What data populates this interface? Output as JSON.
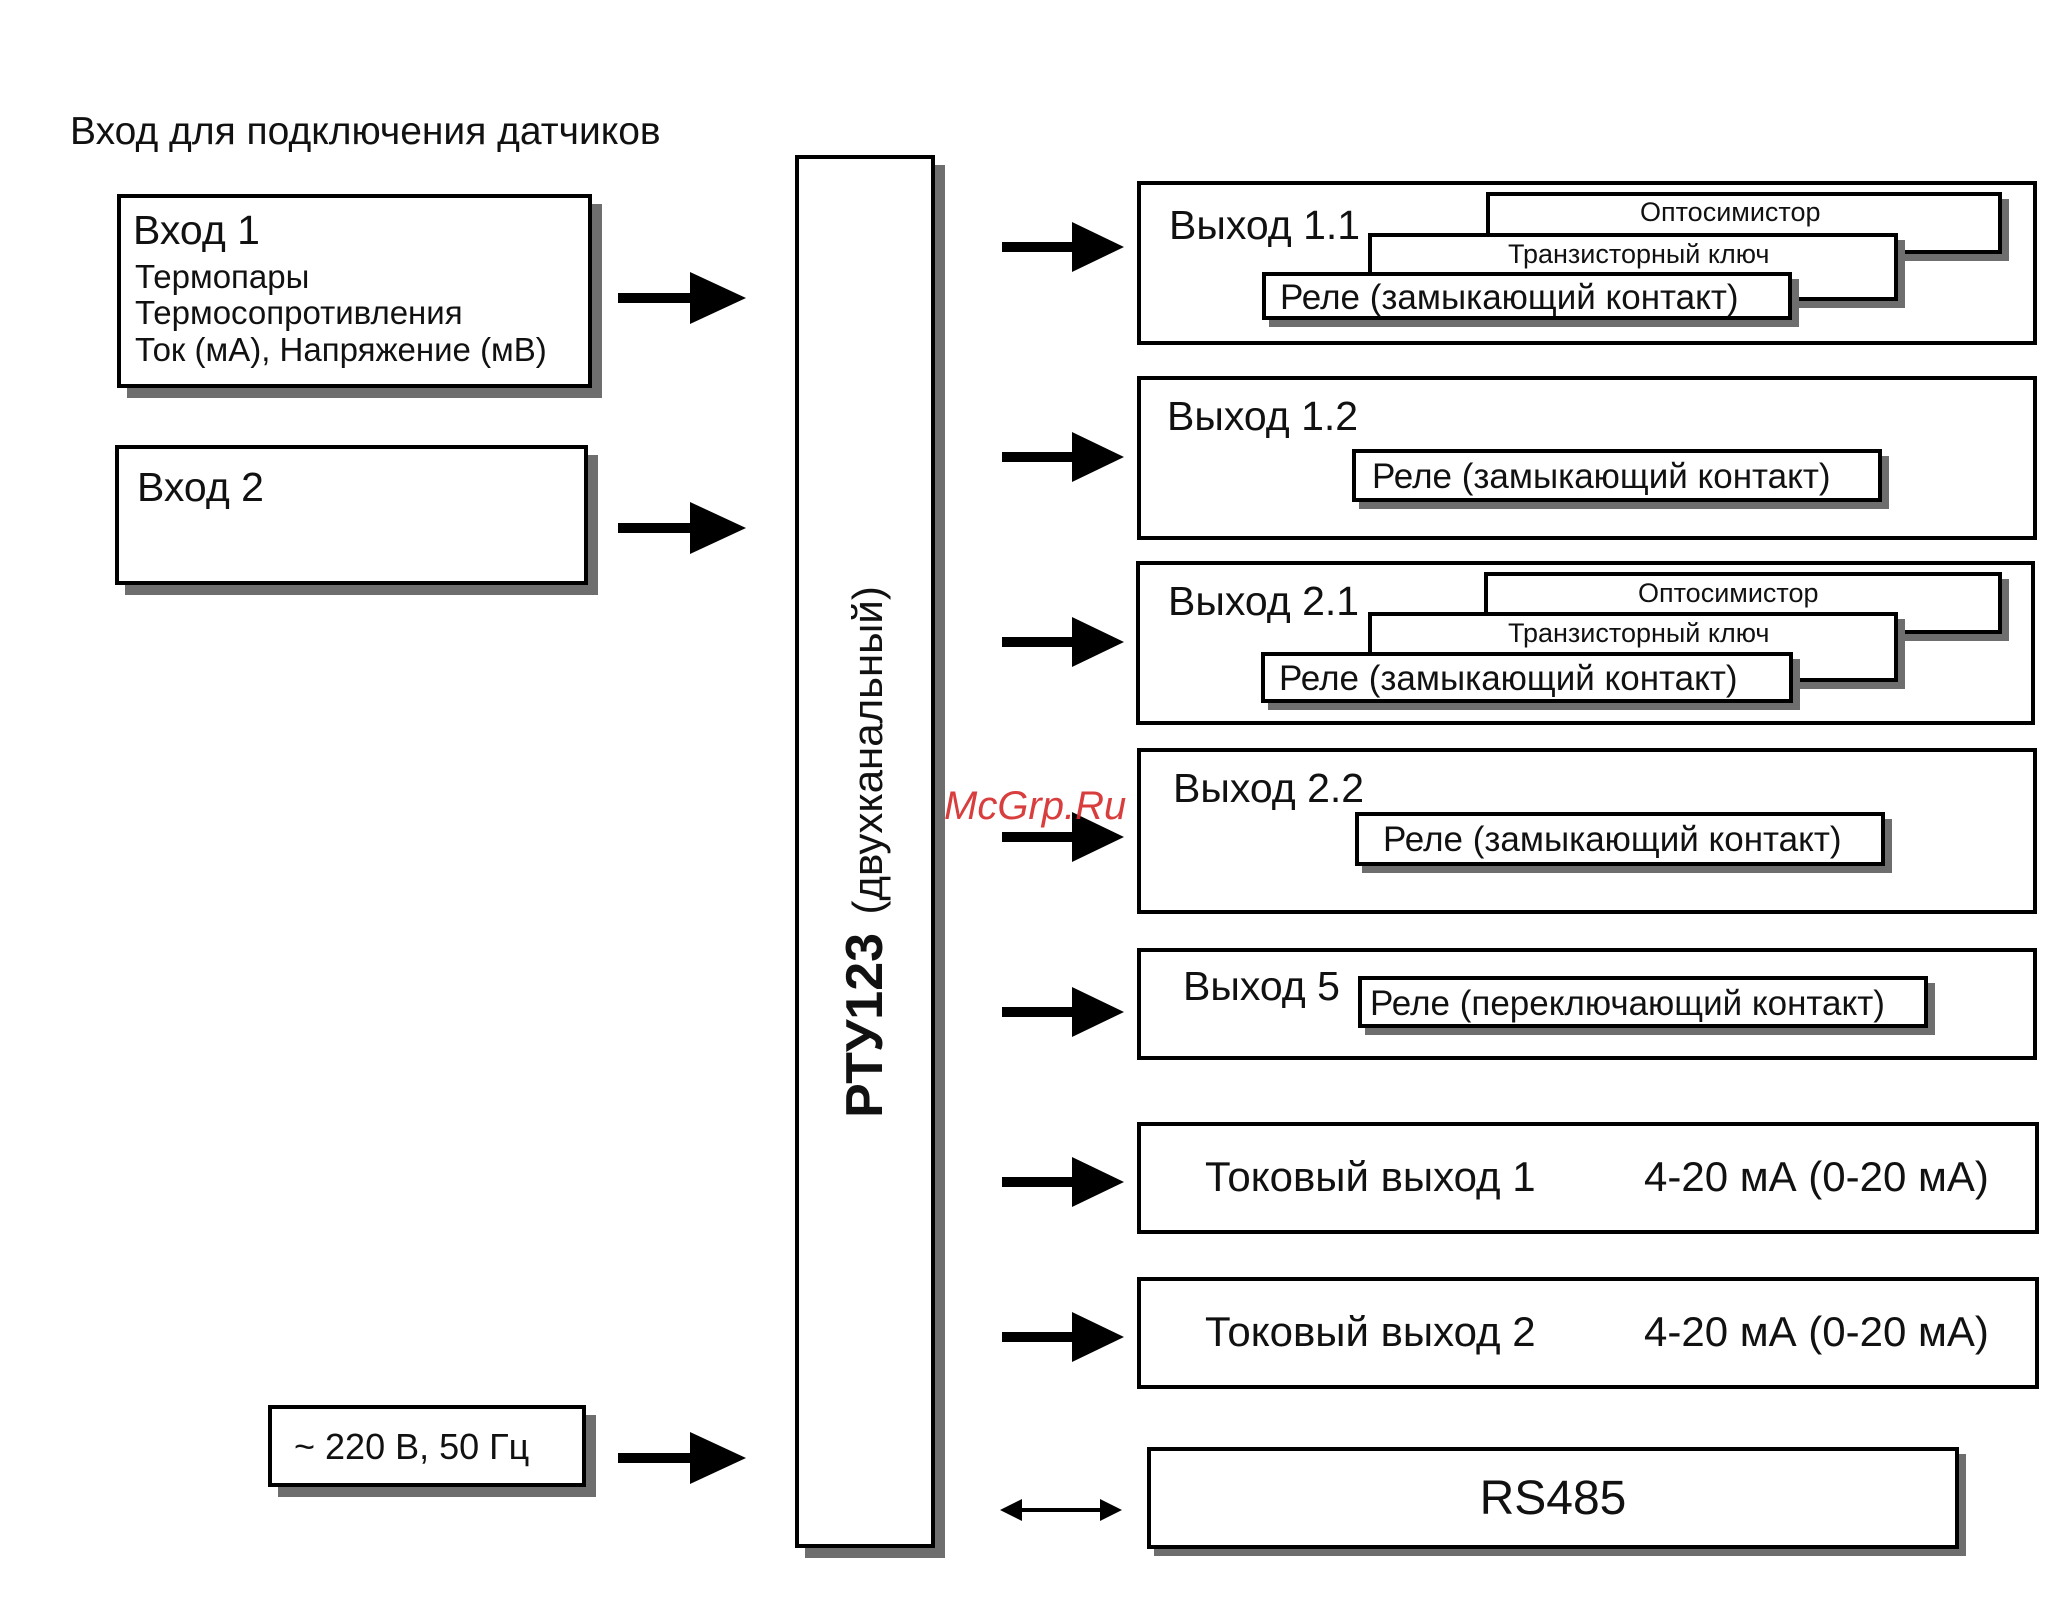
{
  "header": {
    "title": "Вход для подключения датчиков"
  },
  "inputs": {
    "input1": {
      "title": "Вход 1",
      "lines": [
        "Термопары",
        "Термосопротивления",
        "Ток (мА), Напряжение (мВ)"
      ]
    },
    "input2": {
      "title": "Вход 2"
    },
    "power": {
      "label": "~ 220 В, 50 Гц"
    }
  },
  "device": {
    "model": "РТУ123",
    "subtitle": "(двухканальный)"
  },
  "outputs": {
    "out11": {
      "title": "Выход 1.1",
      "options": [
        "Оптосимистор",
        "Транзисторный ключ",
        "Реле (замыкающий контакт)"
      ]
    },
    "out12": {
      "title": "Выход 1.2",
      "option": "Реле (замыкающий контакт)"
    },
    "out21": {
      "title": "Выход 2.1",
      "options": [
        "Оптосимистор",
        "Транзисторный ключ",
        "Реле (замыкающий контакт)"
      ]
    },
    "out22": {
      "title": "Выход 2.2",
      "option": "Реле (замыкающий контакт)"
    },
    "out5": {
      "title": "Выход 5",
      "option": "Реле (переключающий контакт)"
    },
    "current1": {
      "title": "Токовый выход 1",
      "range": "4-20 мА (0-20 мА)"
    },
    "current2": {
      "title": "Токовый выход 2",
      "range": "4-20 мА (0-20 мА)"
    },
    "rs485": {
      "label": "RS485"
    }
  },
  "watermark": {
    "text": "McGrp.Ru",
    "color": "#d42a2a"
  }
}
